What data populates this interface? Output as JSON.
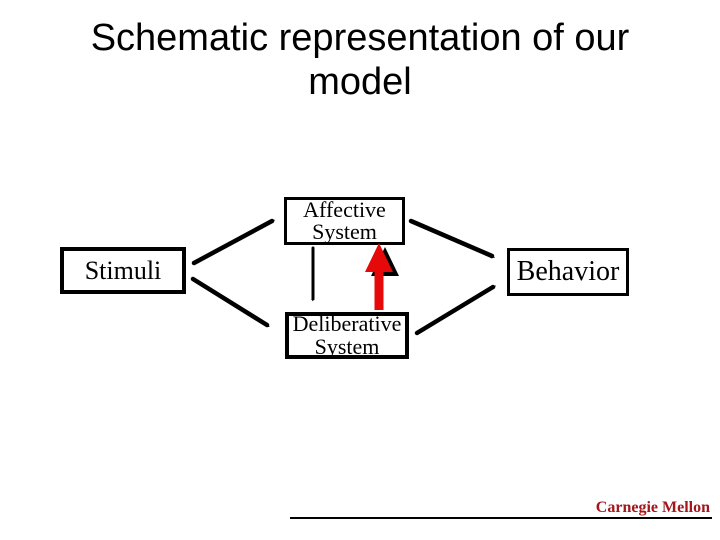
{
  "slide": {
    "title": "Schematic representation of our model"
  },
  "diagram": {
    "nodes": [
      {
        "id": "stimuli",
        "label": "Stimuli"
      },
      {
        "id": "affective-system",
        "label": "Affective System"
      },
      {
        "id": "deliberative-system",
        "label": "Deliberative System"
      },
      {
        "id": "behavior",
        "label": "Behavior"
      }
    ],
    "edges": [
      {
        "from": "stimuli",
        "to": "affective-system",
        "style": "black open-head arrow"
      },
      {
        "from": "stimuli",
        "to": "deliberative-system",
        "style": "black open-head arrow"
      },
      {
        "from": "affective-system",
        "to": "deliberative-system",
        "style": "black thin open-head arrow"
      },
      {
        "from": "deliberative-system",
        "to": "affective-system",
        "style": "thick solid red arrow with black shadow"
      },
      {
        "from": "affective-system",
        "to": "behavior",
        "style": "black open-head arrow"
      },
      {
        "from": "deliberative-system",
        "to": "behavior",
        "style": "black open-head arrow"
      }
    ]
  },
  "footer": {
    "logo_text": "Carnegie Mellon",
    "logo_color": "#a3161b"
  },
  "colors": {
    "background": "#ffffff",
    "box_border": "#000000",
    "arrow_black": "#000000",
    "arrow_red": "#e60909"
  }
}
